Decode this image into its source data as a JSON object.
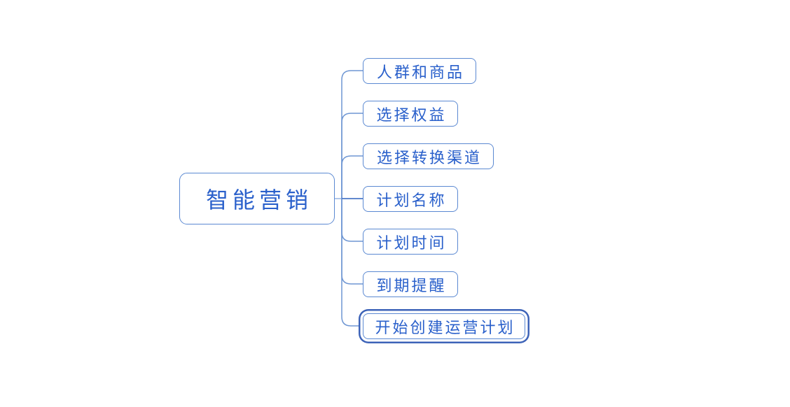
{
  "mindmap": {
    "root": {
      "label": "智能营销"
    },
    "children": [
      {
        "label": "人群和商品",
        "selected": false
      },
      {
        "label": "选择权益",
        "selected": false
      },
      {
        "label": "选择转换渠道",
        "selected": false
      },
      {
        "label": "计划名称",
        "selected": false
      },
      {
        "label": "计划时间",
        "selected": false
      },
      {
        "label": "到期提醒",
        "selected": false
      },
      {
        "label": "开始创建运营计划",
        "selected": true
      }
    ],
    "colors": {
      "node_border": "#5b89d2",
      "node_text": "#2a60cb",
      "connector": "#6e96d3",
      "connector_stub": "#9cb9e4",
      "connector_center": "#2f62bd",
      "selection_ring": "#3d63b8",
      "background": "#ffffff"
    }
  }
}
